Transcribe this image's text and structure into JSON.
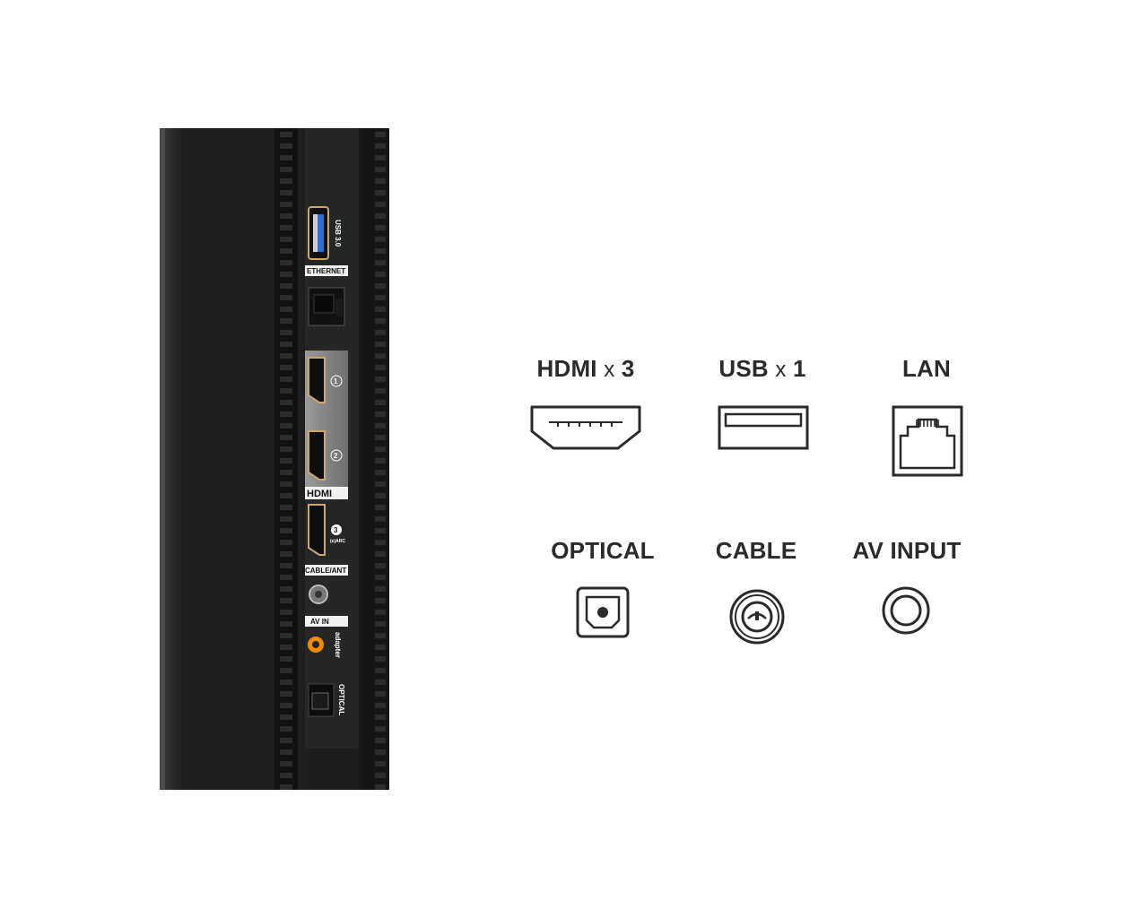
{
  "tv_panel": {
    "labels": {
      "usb": "USB 3.0",
      "ethernet": "ETHERNET",
      "hdmi_1": "1",
      "hdmi_2": "2",
      "hdmi_logo": "HDMI",
      "hdmi_3": "3",
      "hdmi_3_sub": "(e)ARC",
      "cable_ant": "CABLE/ANT",
      "av_in": "AV IN",
      "adapter": "adapter",
      "optical": "OPTICAL"
    }
  },
  "legend": {
    "hdmi": {
      "label": "HDMI",
      "mult": "x",
      "count": "3"
    },
    "usb": {
      "label": "USB",
      "mult": "x",
      "count": "1"
    },
    "lan": {
      "label": "LAN"
    },
    "optical": {
      "label": "OPTICAL"
    },
    "cable": {
      "label": "CABLE"
    },
    "av_input": {
      "label": "AV INPUT"
    }
  },
  "icons": [
    "hdmi-port-icon",
    "usb-port-icon",
    "lan-port-icon",
    "optical-port-icon",
    "coax-port-icon",
    "rca-port-icon"
  ],
  "colors": {
    "panel_black": "#1c1c1c",
    "port_panel": "#2b2b2b",
    "usb_blue": "#2d6fd6",
    "av_orange": "#f08a00",
    "icon_stroke": "#2a2a2a",
    "text": "#2a2a2a"
  }
}
